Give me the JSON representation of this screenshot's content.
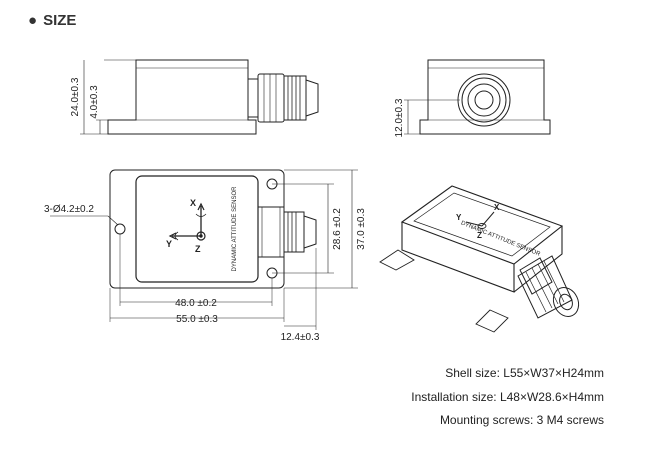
{
  "section": {
    "bullet": "●",
    "title": "SIZE"
  },
  "dimensions": {
    "height_total": "24.0±0.3",
    "flange_height": "4.0±0.3",
    "connector_height": "12.0±0.3",
    "hole": "3-Ø4.2±0.2",
    "hole_spacing_y": "28.6 ±0.2",
    "width": "37.0 ±0.3",
    "hole_spacing_x": "48.0 ±0.2",
    "length": "55.0 ±0.3",
    "connector_length": "12.4±0.3"
  },
  "sensor_label": "DYNAMIC ATTITUDE SENSOR",
  "axes": {
    "x": "X",
    "y": "Y",
    "z": "Z"
  },
  "specs": {
    "shell": "Shell size: L55×W37×H24mm",
    "installation": "Installation size: L48×W28.6×H4mm",
    "screws": "Mounting screws: 3 M4 screws"
  }
}
